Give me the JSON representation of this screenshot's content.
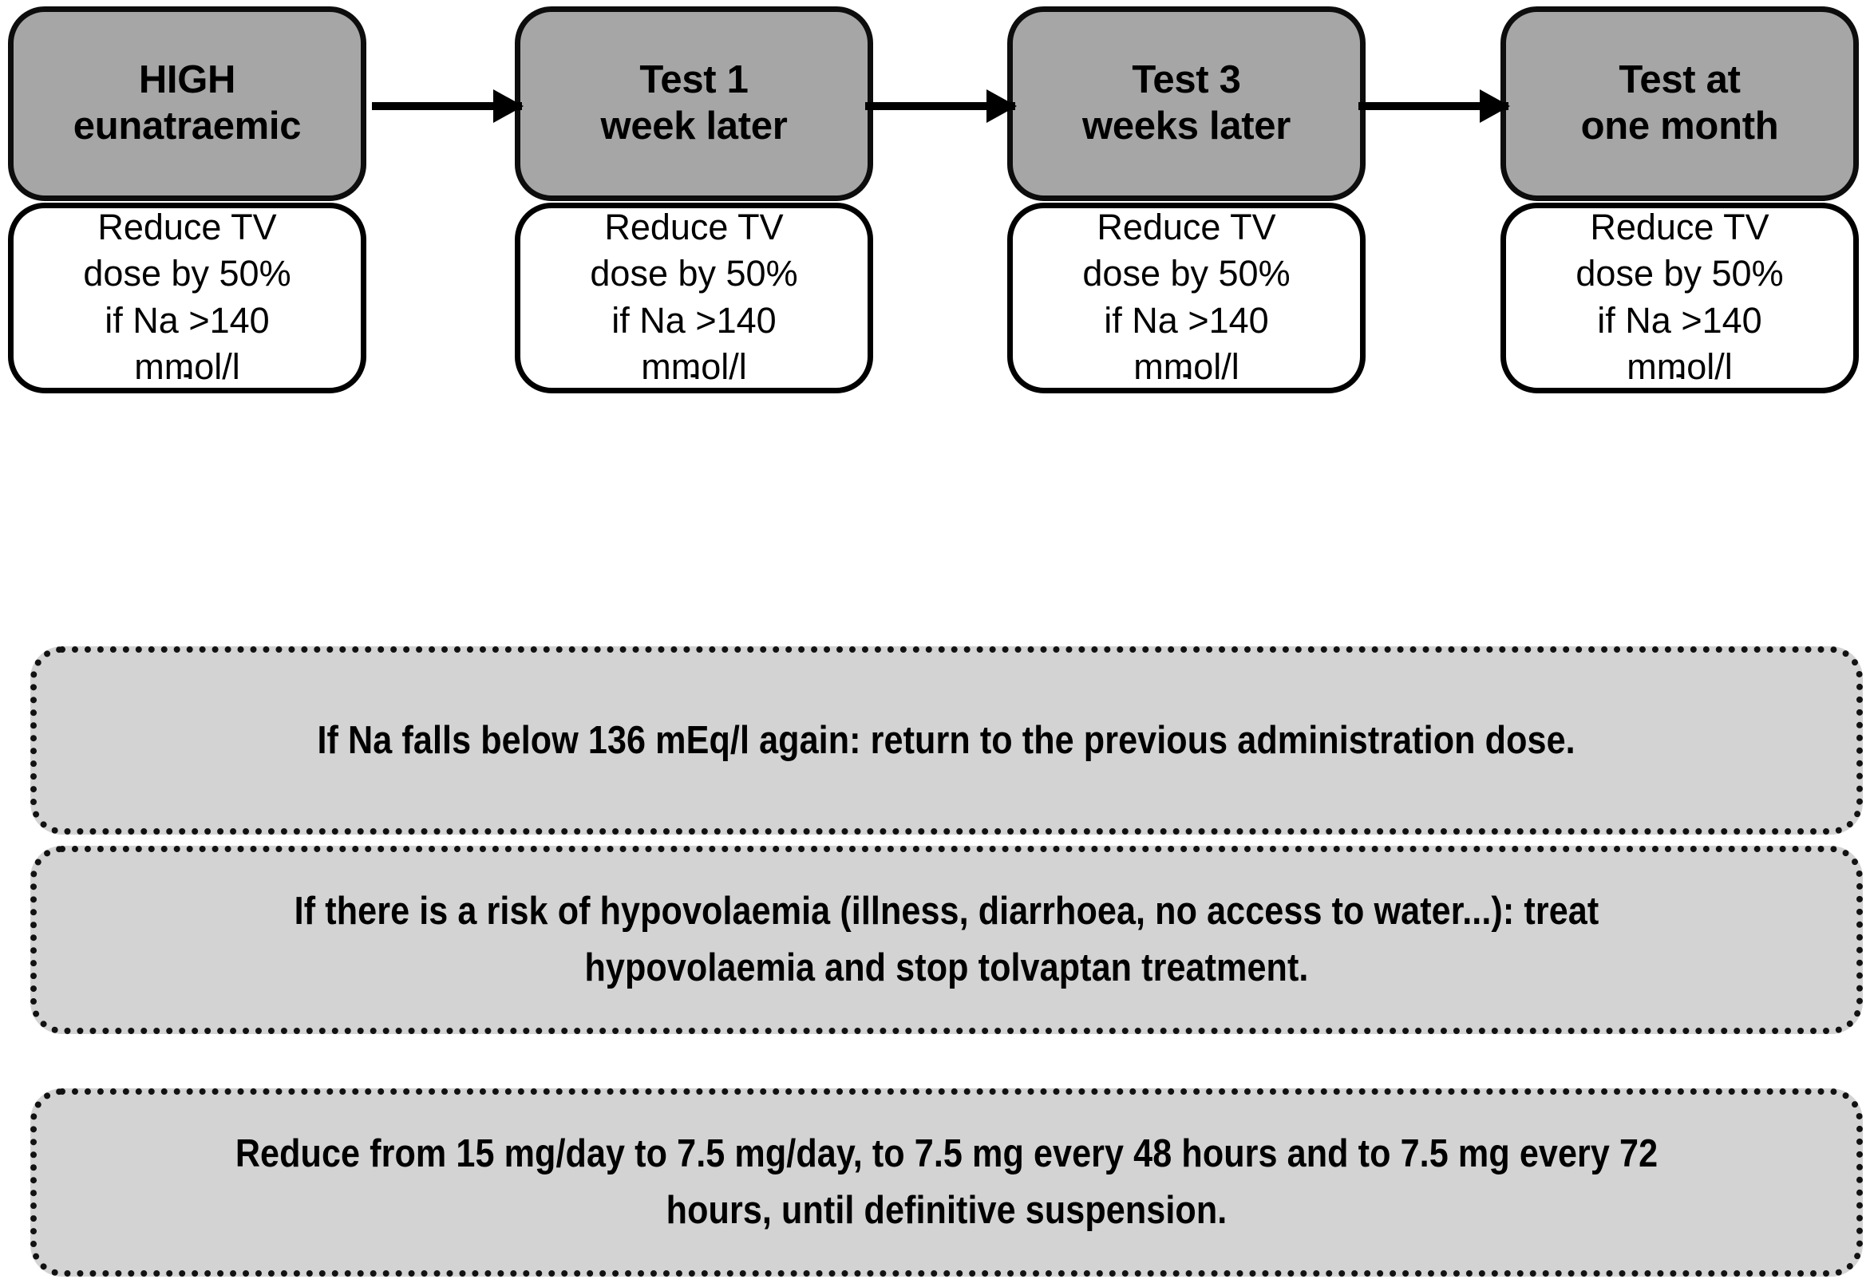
{
  "diagram": {
    "title": "Tolvaptan dose adjustment flow",
    "colors": {
      "stage_head_fill": "#a6a6a6",
      "stage_body_fill": "#ffffff",
      "note_fill": "#d3d3d3",
      "outline": "#000000"
    },
    "stages": [
      {
        "head_label": "HIGH\neunatraemic",
        "body_label": "Reduce TV\ndose by 50%\nif Na >140\nmmol/l"
      },
      {
        "head_label": "Test 1\nweek later",
        "body_label": "Reduce TV\ndose by 50%\nif Na >140\nmmol/l"
      },
      {
        "head_label": "Test 3\nweeks later",
        "body_label": "Reduce TV\ndose by 50%\nif Na >140\nmmol/l"
      },
      {
        "head_label": "Test at\none month",
        "body_label": "Reduce TV\ndose by 50%\nif Na >140\nmmol/l"
      }
    ],
    "arrows": [
      {
        "from": "HIGH eunatraemic",
        "to": "Test 1 week later"
      },
      {
        "from": "Test 1 week later",
        "to": "Test 3 weeks later"
      },
      {
        "from": "Test 3 weeks later",
        "to": "Test at one month"
      }
    ],
    "notes": [
      {
        "text": "If Na falls below 136 mEq/l again: return to the previous administration dose."
      },
      {
        "text": "If there is a risk of hypovolaemia (illness, diarrhoea, no access to water...): treat hypovolaemia and stop tolvaptan treatment."
      },
      {
        "text": "Reduce from 15 mg/day to 7.5 mg/day, to 7.5 mg every 48 hours and to 7.5 mg every 72 hours, until definitive suspension."
      }
    ]
  }
}
